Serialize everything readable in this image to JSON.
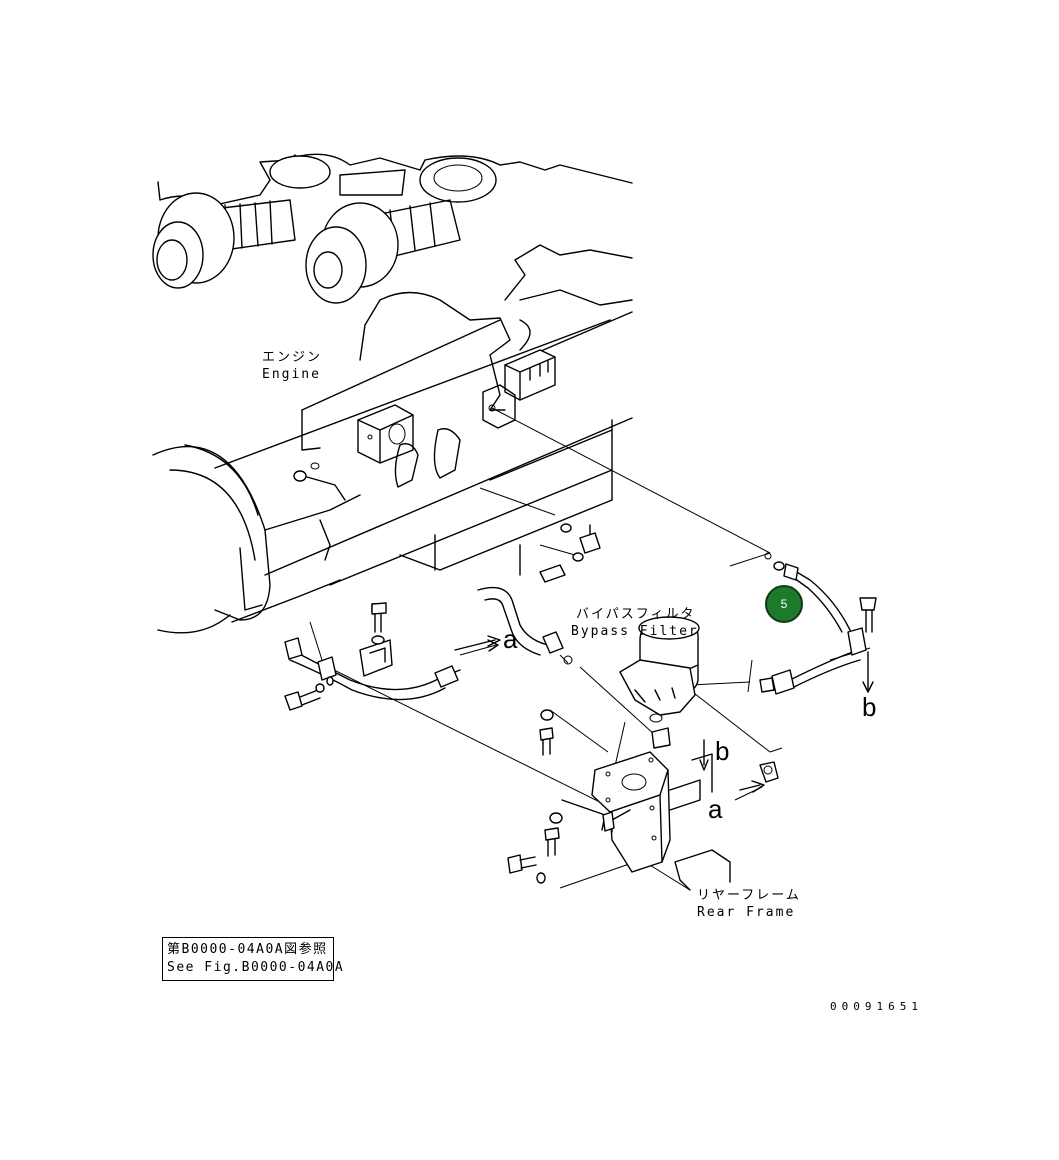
{
  "labels": {
    "engine": {
      "jp": "エンジン",
      "en": "Engine"
    },
    "bypass_filter": {
      "jp": "バイパスフィルタ",
      "en": "Bypass Filter"
    },
    "rear_frame": {
      "jp": "リヤーフレーム",
      "en": "Rear Frame"
    }
  },
  "connection_marks": {
    "a_upper": "a",
    "b_right": "b",
    "b_center": "b",
    "a_lower": "a"
  },
  "reference_box": {
    "line1": "第B0000-04A0A図参照",
    "line2": "See Fig.B0000-04A0A"
  },
  "callout": {
    "number": "5",
    "color": "#1c7a2a"
  },
  "drawing_number": "00091651"
}
